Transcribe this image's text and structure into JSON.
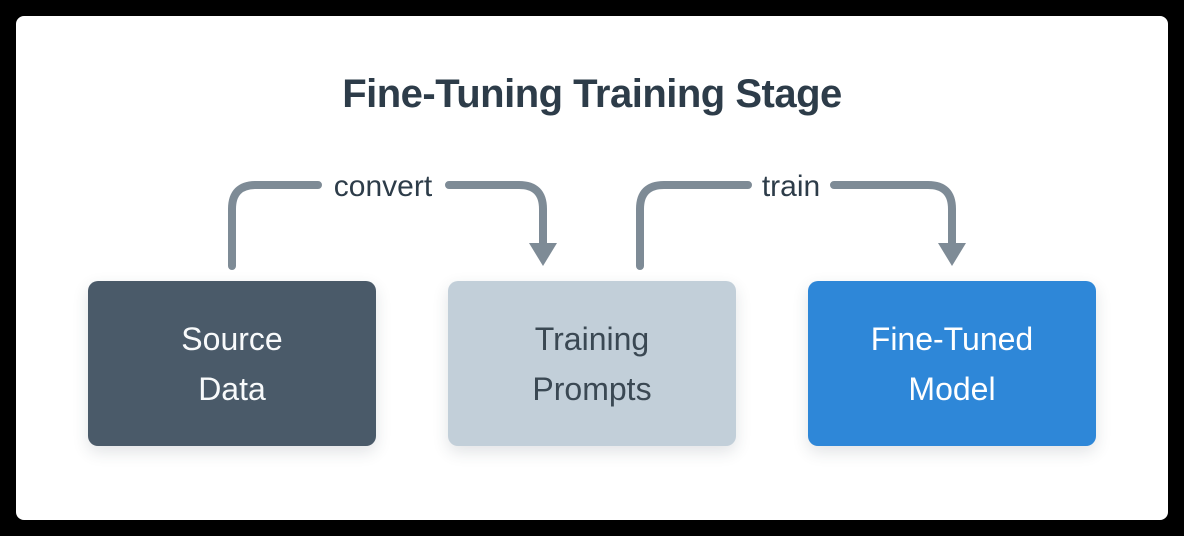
{
  "title": "Fine-Tuning Training Stage",
  "nodes": [
    {
      "id": "source-data",
      "lines": [
        "Source",
        "Data"
      ],
      "bg": "#4a5a69",
      "text_color": "#f8fafb"
    },
    {
      "id": "training-prompts",
      "lines": [
        "Training",
        "Prompts"
      ],
      "bg": "#c2cfd9",
      "text_color": "#3a4853"
    },
    {
      "id": "fine-tuned-model",
      "lines": [
        "Fine-Tuned",
        "Model"
      ],
      "bg": "#2e87d8",
      "text_color": "#ffffff"
    }
  ],
  "edges": [
    {
      "label": "convert",
      "from": "source-data",
      "to": "training-prompts"
    },
    {
      "label": "train",
      "from": "training-prompts",
      "to": "fine-tuned-model"
    }
  ],
  "colors": {
    "background": "#000000",
    "card": "#ffffff",
    "title": "#2d3c49",
    "arrow": "#7e8b96",
    "edge_label": "#2d3c49"
  }
}
